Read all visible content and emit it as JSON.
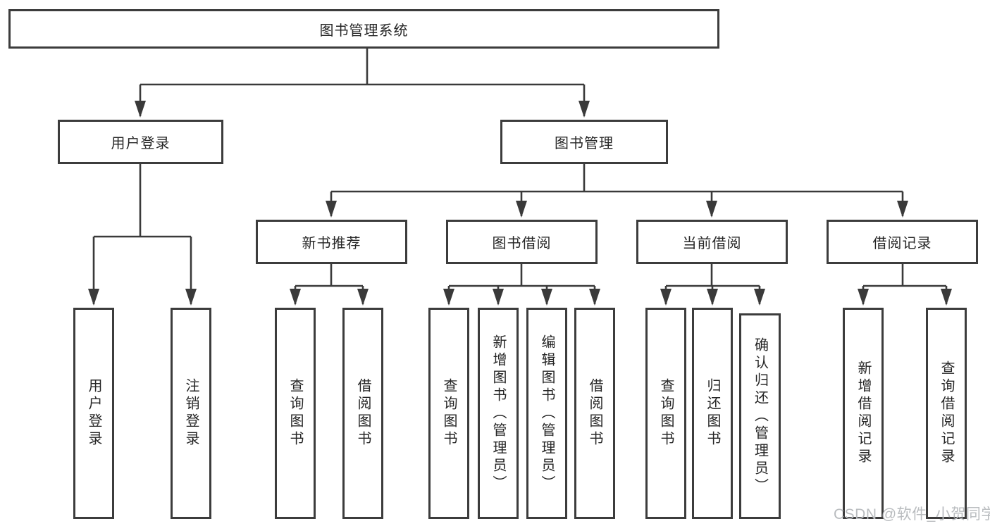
{
  "diagram": {
    "type": "hierarchy-tree",
    "root": "图书管理系统",
    "branches": [
      {
        "label": "用户登录",
        "children": [
          "用户登录",
          "注销登录"
        ]
      },
      {
        "label": "图书管理",
        "subgroups": [
          {
            "label": "新书推荐",
            "children": [
              "查询图书",
              "借阅图书"
            ]
          },
          {
            "label": "图书借阅",
            "children": [
              "查询图书",
              "新增图书（管理员）",
              "编辑图书（管理员）",
              "借阅图书"
            ]
          },
          {
            "label": "当前借阅",
            "children": [
              "查询图书",
              "归还图书",
              "确认归还（管理员）"
            ]
          },
          {
            "label": "借阅记录",
            "children": [
              "新增借阅记录",
              "查询借阅记录"
            ]
          }
        ]
      }
    ]
  },
  "watermark": "CSDN @软件_小贺同学",
  "colors": {
    "line": "#3a3a3a",
    "box_border": "#3c3c3c",
    "text": "#262626",
    "watermark": "#b9bcbf",
    "background": "#ffffff"
  }
}
